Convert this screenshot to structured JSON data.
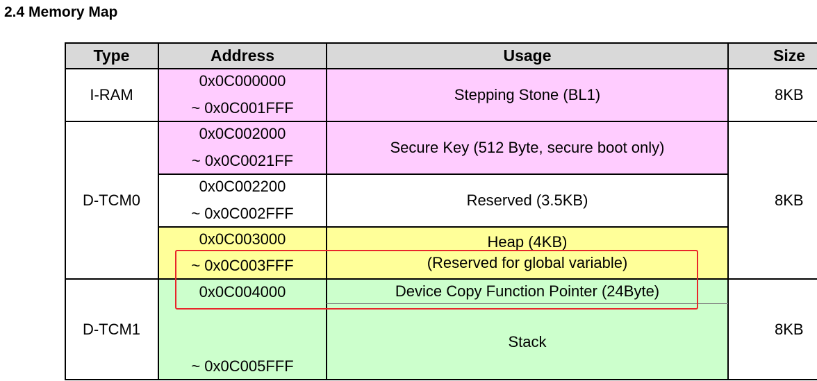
{
  "section_title": "2.4 Memory Map",
  "table": {
    "headers": [
      "Type",
      "Address",
      "Usage",
      "Size"
    ],
    "rows": [
      {
        "type": "I-RAM",
        "addr_start": "0x0C000000",
        "addr_end": "~ 0x0C001FFF",
        "usage": "Stepping Stone (BL1)",
        "size": "8KB",
        "color": "#ffccff"
      },
      {
        "type": "D-TCM0",
        "addr_start": "0x0C002000",
        "addr_end": "~ 0x0C0021FF",
        "usage": "Secure Key (512 Byte, secure boot only)",
        "color": "#ffccff"
      },
      {
        "addr_start": "0x0C002200",
        "addr_end": "~ 0x0C002FFF",
        "usage": "Reserved (3.5KB)",
        "size": "8KB",
        "color": "#ffffff"
      },
      {
        "addr_start": "0x0C003000",
        "addr_end": "~ 0x0C003FFF",
        "usage": "Heap (4KB)",
        "usage_line2": "(Reserved for global variable)",
        "color": "#ffff99"
      },
      {
        "type": "D-TCM1",
        "addr_start": "0x0C004000",
        "usage": "Device Copy Function Pointer (24Byte)",
        "color": "#ccffcc"
      },
      {
        "addr_end": "~ 0x0C005FFF",
        "usage": "Stack",
        "size": "8KB",
        "color": "#ccffcc"
      }
    ]
  },
  "highlight_color": "#e8262a"
}
